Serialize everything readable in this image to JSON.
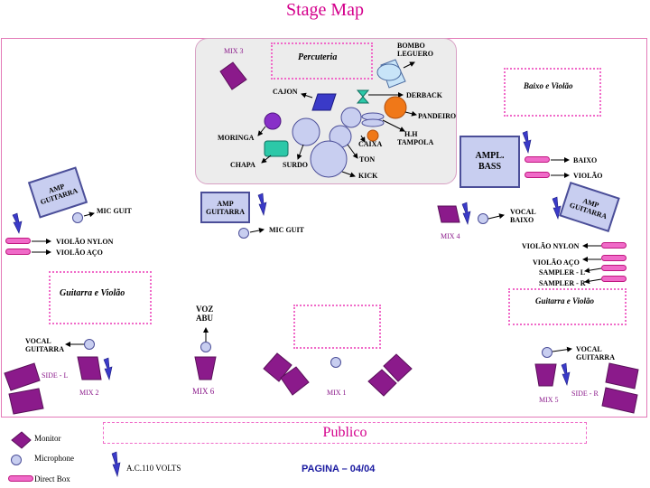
{
  "title": "Stage Map",
  "publico": "Publico",
  "page_label": "PAGINA – 04/04",
  "colors": {
    "title": "#d4008c",
    "monitor": "#8b1a8b",
    "amp": "#c8cef0",
    "amp_border": "#4b4e98",
    "di": "#f06ac8",
    "ac": "#3a3ac8"
  },
  "zones": {
    "percussion": "Percuteria",
    "bass_violao": "Baixo e  Violão",
    "guitar_left": "Guitarra e Violão",
    "guitar_right": "Guitarra e Violão"
  },
  "mixes": {
    "mix1": "MIX 1",
    "mix2": "MIX 2",
    "mix3": "MIX 3",
    "mix4": "MIX 4",
    "mix5": "MIX 5",
    "mix6": "MIX 6",
    "side_l": "SIDE - L",
    "side_r": "SIDE - R"
  },
  "drums": {
    "bombo_1": "BOMBO",
    "bombo_2": "LEGUERO",
    "cajon": "CAJON",
    "derback": "DERBACK",
    "pandeiro": "PANDEIRO",
    "moringa": "MORINGA",
    "hh_1": "H.H",
    "hh_2": "TAMPOLA",
    "caixa": "CAIXA",
    "ton": "TON",
    "chapa": "CHAPA",
    "surdo": "SURDO",
    "kick": "KICK"
  },
  "amps": {
    "left_1": "AMP",
    "left_2": "GUITARRA",
    "center_1": "AMP",
    "center_2": "GUITARRA",
    "bass_1": "AMPL.",
    "bass_2": "BASS",
    "right_1": "AMP",
    "right_2": "GUITARRA"
  },
  "labels": {
    "mic_guit_left": "MIC  GUIT",
    "mic_guit_center": "MIC  GUIT",
    "violao_nylon_left": "VIOLÃO NYLON",
    "violao_aco_left": "VIOLÃO AÇO",
    "baixo": "BAIXO",
    "violao_right": "VIOLÃO",
    "vocal_baixo_1": "VOCAL",
    "vocal_baixo_2": "BAIXO",
    "violao_nylon_right": "VIOLÃO NYLON",
    "violao_aco_right": "VIOLÃO AÇO",
    "sampler_l": "SAMPLER - L",
    "sampler_r": "SAMPLER - R",
    "voz_1": "VOZ",
    "voz_2": "ABU",
    "vocal_left_1": "VOCAL",
    "vocal_left_2": "GUITARRA",
    "vocal_right_1": "VOCAL",
    "vocal_right_2": "GUITARRA"
  },
  "legend": {
    "monitor": "Monitor",
    "microphone": "Microphone",
    "direct_box": "Direct Box",
    "ac": "A.C.110 VOLTS"
  }
}
